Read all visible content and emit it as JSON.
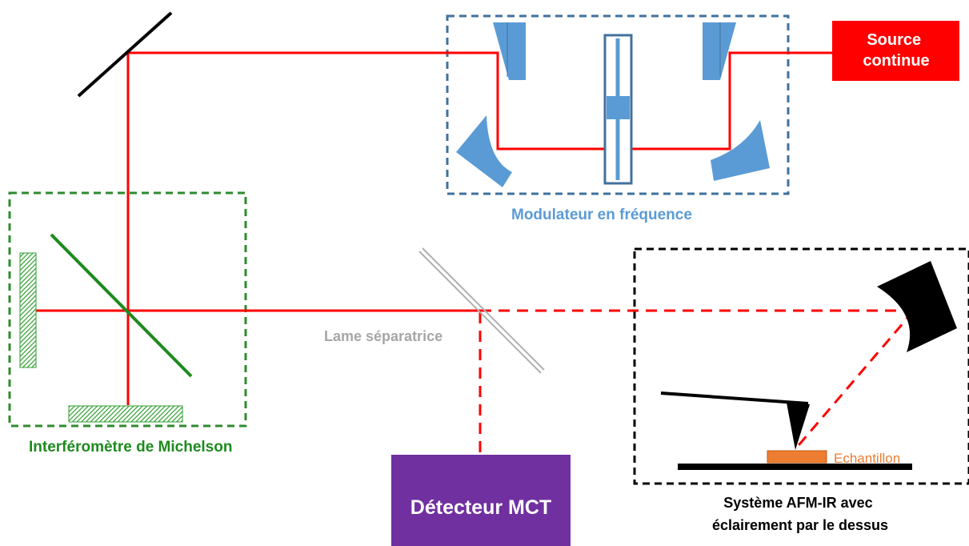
{
  "labels": {
    "source": [
      "Source",
      "continue"
    ],
    "modulator": "Modulateur en fréquence",
    "michelson": "Interféromètre de Michelson",
    "beam_splitter": "Lame séparatrice",
    "detector": "Détecteur MCT",
    "afm": [
      "Système AFM-IR avec",
      "éclairement par le dessus"
    ],
    "sample": "Echantillon"
  },
  "colors": {
    "beam": "#ff0000",
    "source_box": "#ff0000",
    "modulator_box": "#41719c",
    "modulator_optics": "#5b9bd5",
    "michelson_box": "#2e8b2e",
    "michelson_splitter": "#1e8a1e",
    "mirror_hatch": "#2f9e2f",
    "detector_box": "#7030a0",
    "beam_splitter": "#b0b0b0",
    "sample": "#ed7d31",
    "afm_box": "#000000"
  }
}
